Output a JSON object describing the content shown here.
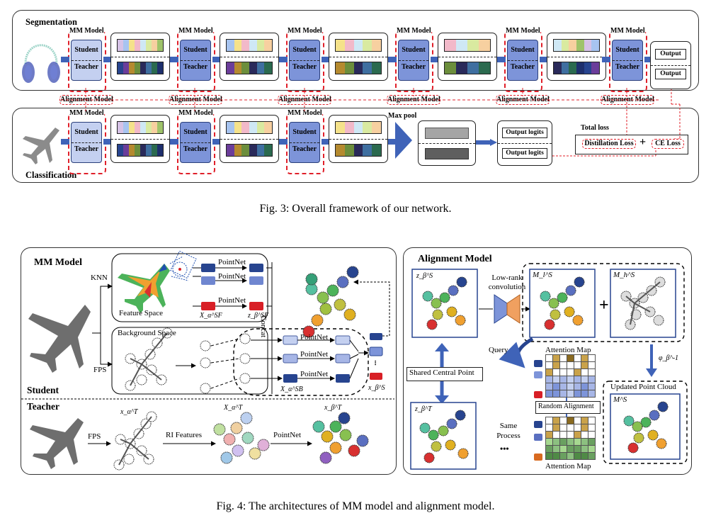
{
  "fig3": {
    "seg_title": "Segmentation",
    "cls_title": "Classification",
    "mm_label": "MM Model",
    "student": "Student",
    "teacher": "Teacher",
    "alignment_label": "Alignment Model",
    "output": "Output",
    "max_pool": "Max pool",
    "output_logits": "Output logits",
    "total_loss": "Total loss",
    "distill_loss": "Distillation Loss",
    "plus": "+",
    "ce_loss": "CE Loss",
    "caption": "Fig. 3: Overall framework of our network."
  },
  "fig4": {
    "mm_title": "MM Model",
    "knn": "KNN",
    "fps": "FPS",
    "feature_space": "Feature Space",
    "background_space": "Background Space",
    "pointnet": "PointNet",
    "concat": "Concat",
    "x_sf": "X_α^SF",
    "z_sf": "z_β^SF",
    "x_sb": "X_α^SB",
    "x_s": "x_β^S",
    "student": "Student",
    "teacher": "Teacher",
    "x_t": "x_α^T",
    "ri_features": "RI Features",
    "X_t": "X_α^T",
    "z_t": "x_β^T",
    "align_title": "Alignment Model",
    "zs_top": "z_β^S",
    "low_rank": "Low-rank convolution",
    "ml": "M_l^S",
    "mh": "M_h^S",
    "plus": "+",
    "query": "Query",
    "attention_map": "Attention Map",
    "shared_central": "Shared Central Point",
    "phi": "φ_β^-1",
    "updated": "Updated Point Cloud",
    "ms": "M^S",
    "random_alignment": "Random Alignment",
    "same_process": "Same Process",
    "dots": "•••",
    "zt_bottom": "z_β^T",
    "caption": "Fig. 4: The architectures of MM model and alignment model."
  },
  "colors": {
    "red_dash": "#e0202a",
    "student_blue": "#7d94d9",
    "arrow_blue": "#3f63b8",
    "token_dark": "#27448f",
    "token_light": "#b9c8ec",
    "token_red": "#d81f26"
  }
}
